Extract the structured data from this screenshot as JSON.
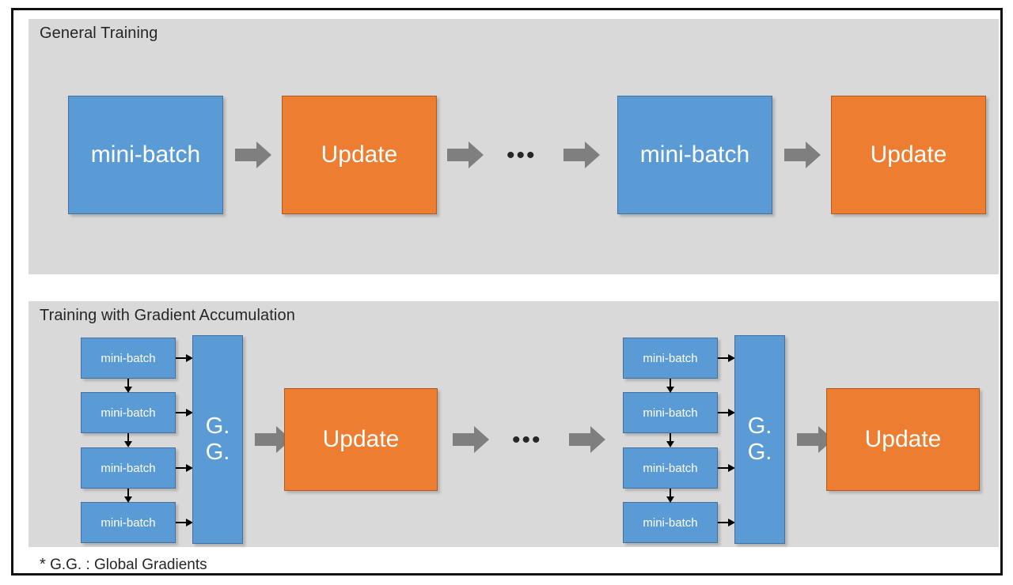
{
  "figure": {
    "background": "#ffffff",
    "frame_color": "#111111",
    "panel_color": "#d9d9d9",
    "blue": "#5b9bd5",
    "orange": "#ed7d31",
    "arrow_gray": "#7f7f7f"
  },
  "panels": [
    {
      "id": "general-training",
      "title": "General Training",
      "nodes": [
        {
          "label": "mini-batch",
          "type": "blue"
        },
        {
          "label": "Update",
          "type": "orange"
        },
        {
          "label": "mini-batch",
          "type": "blue"
        },
        {
          "label": "Update",
          "type": "orange"
        }
      ],
      "ellipsis": "•••"
    },
    {
      "id": "gradient-accumulation",
      "title": "Training with Gradient Accumulation",
      "group_left": {
        "minibatches": [
          {
            "label": "mini-batch"
          },
          {
            "label": "mini-batch"
          },
          {
            "label": "mini-batch"
          },
          {
            "label": "mini-batch"
          }
        ],
        "accumulator": {
          "line1": "G.",
          "line2": "G."
        },
        "update": {
          "label": "Update"
        }
      },
      "group_right": {
        "minibatches": [
          {
            "label": "mini-batch"
          },
          {
            "label": "mini-batch"
          },
          {
            "label": "mini-batch"
          },
          {
            "label": "mini-batch"
          }
        ],
        "accumulator": {
          "line1": "G.",
          "line2": "G."
        },
        "update": {
          "label": "Update"
        }
      },
      "ellipsis": "•••"
    }
  ],
  "footnote": {
    "marker": "*",
    "text": "G.G. : Global Gradients"
  }
}
